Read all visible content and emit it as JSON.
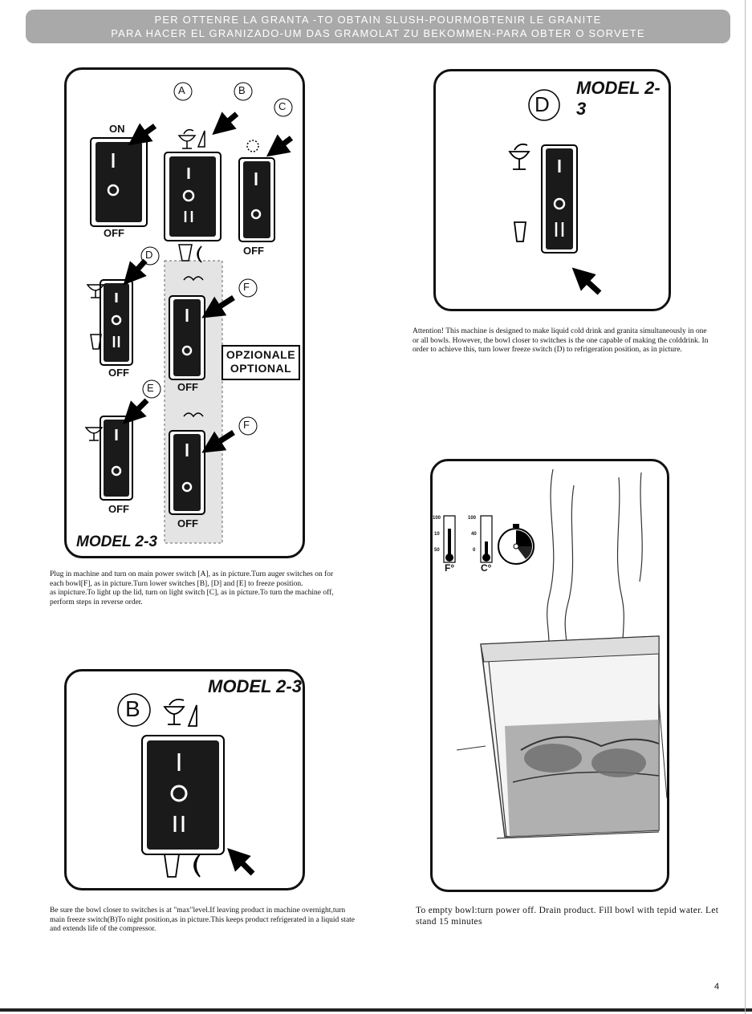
{
  "banner": {
    "line1": "PER OTTENRE LA GRANTA -TO OBTAIN SLUSH-POURMOBTENIR LE GRANITE",
    "line2": "PARA HACER EL GRANIZADO-UM DAS GRAMOLAT ZU BEKOMMEN-PARA OBTER O SORVETE"
  },
  "panel_main": {
    "model": "MODEL  2-3",
    "letters": {
      "a": "A",
      "b": "B",
      "c": "C",
      "d": "D",
      "e": "E",
      "f1": "F",
      "f2": "F"
    },
    "on_label": "ON",
    "off_label": "OFF",
    "optional_line1": "OPZIONALE",
    "optional_line2": "OPTIONAL"
  },
  "panel_d": {
    "model": "MODEL  2-3",
    "letter": "D"
  },
  "panel_b": {
    "model": "MODEL  2-3",
    "letter": "B"
  },
  "thermo": {
    "f_label": "F°",
    "c_label": "C°",
    "f_ticks": [
      "100",
      "10",
      "50"
    ],
    "c_ticks": [
      "100",
      "40",
      "0"
    ]
  },
  "text": {
    "main_p1": "Plug in machine and turn on main power switch [A], as in picture.Turn auger switches on for each bowl[F], as in picture.Turn lower switches [B], [D] and [E] to freeze position.",
    "main_p2": "as inpicture.To light up the lid, turn on light switch [C], as in picture.To turn the machine off, perform steps in reverse order.",
    "attention": "Attention! This machine is designed to make liquid cold drink and granita simultaneously in one or all bowls. However, the bowl closer to switches is the one capable of making the colddrink. In order to achieve this, turn lower freeze switch (D) to refrigeration position, as in picture.",
    "bowl_note": "Be sure the bowl closer to switches is at \"max\"level.If leaving product in machine overnight,turn main freeze switch(B)To night position,as in picture.This keeps product refrigerated in a liquid state and extends life of the compressor.",
    "empty_note": "To empty bowl:turn power off. Drain product. Fill bowl with tepid water. Let stand 15 minutes"
  },
  "page_number": "4"
}
